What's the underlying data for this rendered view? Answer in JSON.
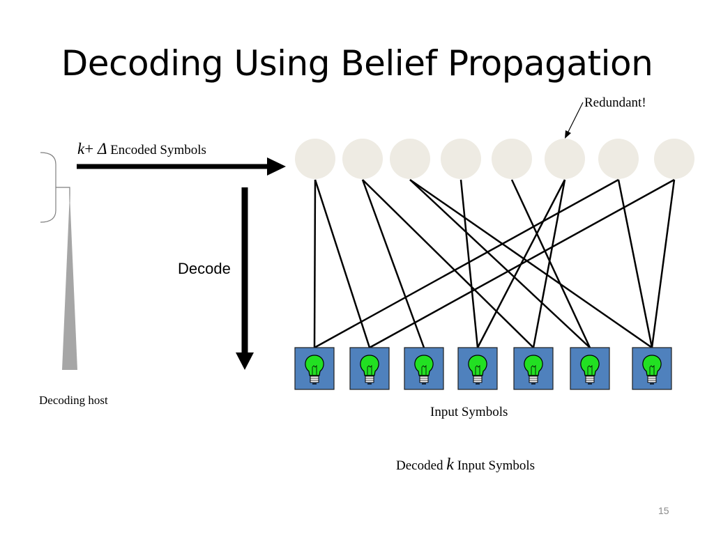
{
  "slide": {
    "title": "Decoding Using Belief Propagation",
    "page_number": "15"
  },
  "labels": {
    "redundant": "Redundant!",
    "encoded_k": "k",
    "encoded_plus": "+ ",
    "encoded_delta": "Δ",
    "encoded_text": " Encoded Symbols",
    "decode": "Decode",
    "decoding_host": "Decoding host",
    "input_symbols": "Input Symbols",
    "decoded_prefix": "Decoded ",
    "decoded_k": "k",
    "decoded_suffix": " Input Symbols"
  },
  "graph": {
    "encoded_count": 8,
    "input_count": 7,
    "redundant_node_index": 5,
    "edges": [
      [
        0,
        0
      ],
      [
        0,
        1
      ],
      [
        1,
        2
      ],
      [
        1,
        4
      ],
      [
        2,
        5
      ],
      [
        2,
        6
      ],
      [
        3,
        3
      ],
      [
        4,
        5
      ],
      [
        5,
        3
      ],
      [
        5,
        4
      ],
      [
        6,
        0
      ],
      [
        6,
        6
      ],
      [
        7,
        1
      ],
      [
        7,
        6
      ]
    ]
  },
  "colors": {
    "encoded_node": "#eeebe3",
    "input_box": "#4f81bd",
    "bulb": "#22e022",
    "host_triangle": "#a6a6a6",
    "bracket": "#7f7f7f"
  }
}
